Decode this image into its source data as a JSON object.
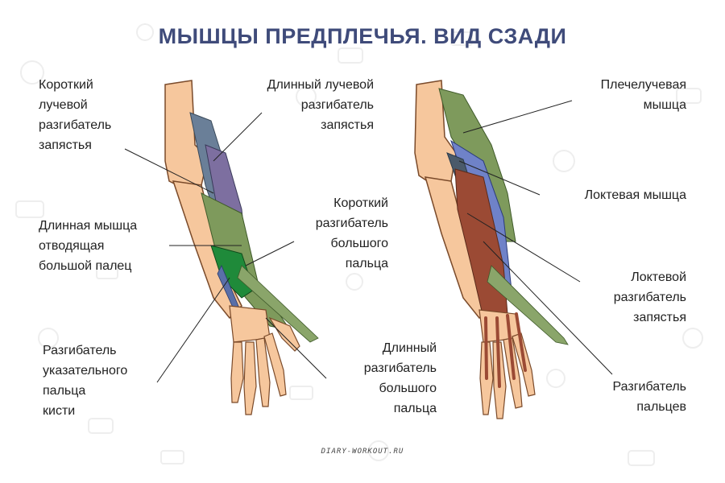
{
  "title": "МЫШЦЫ ПРЕДПЛЕЧЬЯ. ВИД СЗАДИ",
  "watermark": "DIARY-WORKOUT.RU",
  "labels_left_figure": {
    "short_radial_extensor": "Короткий\nлучевой\nразгибатель\nзапястья",
    "long_radial_extensor": "Длинный лучевой\nразгибатель\nзапястья",
    "abductor_pollicis_longus": "Длинная мышца\nотводящая\nбольшой палец",
    "extensor_pollicis_brevis": "Короткий\nразгибатель\nбольшого\nпальца",
    "extensor_indicis": "Разгибатель\nуказательного\nпальца\nкисти",
    "extensor_pollicis_longus": "Длинный\nразгибатель\nбольшого\nпальца"
  },
  "labels_right_figure": {
    "brachioradialis": "Плечелучевая\nмышца",
    "anconeus": "Локтевая мышца",
    "extensor_carpi_ulnaris": "Локтевой\nразгибатель\nзапястья",
    "extensor_digitorum": "Разгибатель\nпальцев"
  },
  "colors": {
    "title": "#3f4b7a",
    "bone": "#f6c79d",
    "bone_outline": "#7a4a2a",
    "muscle_green": "#7e9a5c",
    "muscle_dark_green": "#1f8a3a",
    "muscle_blue": "#6f82c8",
    "muscle_slate": "#6a7f98",
    "muscle_red": "#9b4a34",
    "leader_line": "#222222"
  }
}
